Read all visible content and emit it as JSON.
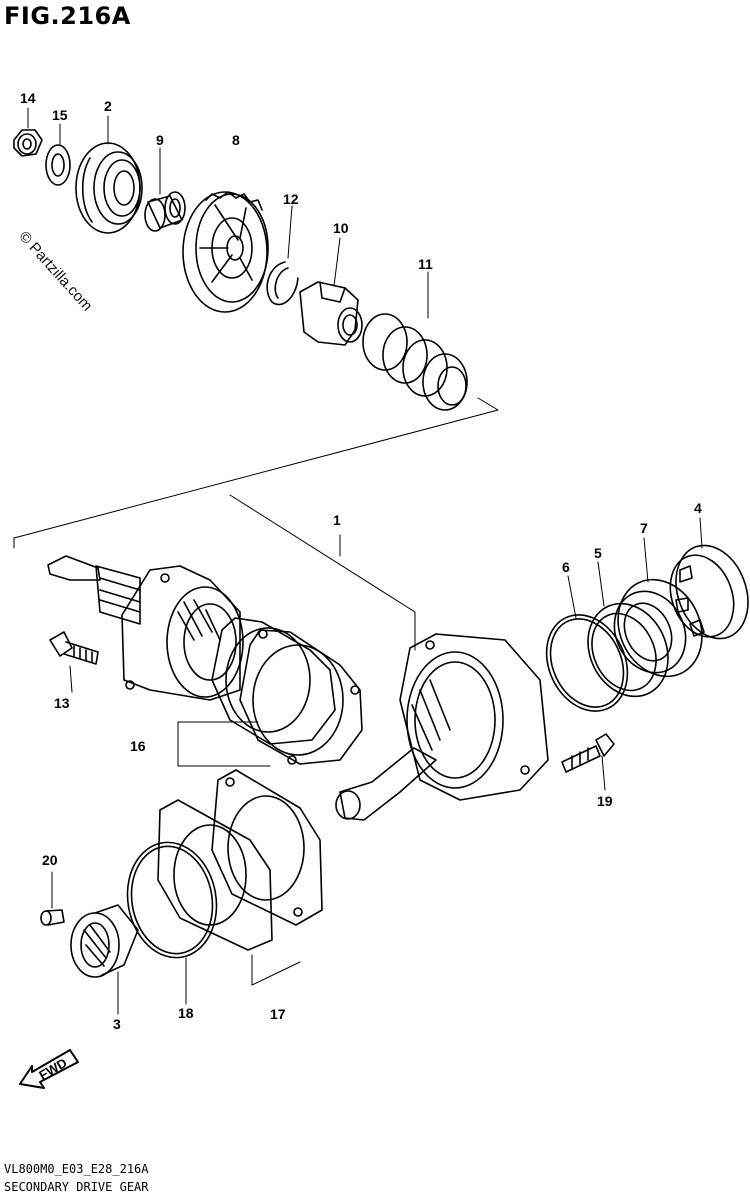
{
  "figure_title": "FIG.216A",
  "watermark": "© Partzilla.com",
  "fwd_label": "FWD",
  "footer": {
    "code": "VL800M0_E03_E28_216A",
    "caption": "SECONDARY DRIVE GEAR"
  },
  "callouts": [
    {
      "id": "1",
      "label": "1"
    },
    {
      "id": "2",
      "label": "2"
    },
    {
      "id": "3",
      "label": "3"
    },
    {
      "id": "4",
      "label": "4"
    },
    {
      "id": "5",
      "label": "5"
    },
    {
      "id": "6",
      "label": "6"
    },
    {
      "id": "7",
      "label": "7"
    },
    {
      "id": "8",
      "label": "8"
    },
    {
      "id": "9",
      "label": "9"
    },
    {
      "id": "10",
      "label": "10"
    },
    {
      "id": "11",
      "label": "11"
    },
    {
      "id": "12",
      "label": "12"
    },
    {
      "id": "13",
      "label": "13"
    },
    {
      "id": "14",
      "label": "14"
    },
    {
      "id": "15",
      "label": "15"
    },
    {
      "id": "16",
      "label": "16"
    },
    {
      "id": "17",
      "label": "17"
    },
    {
      "id": "18",
      "label": "18"
    },
    {
      "id": "19",
      "label": "19"
    },
    {
      "id": "20",
      "label": "20"
    }
  ]
}
